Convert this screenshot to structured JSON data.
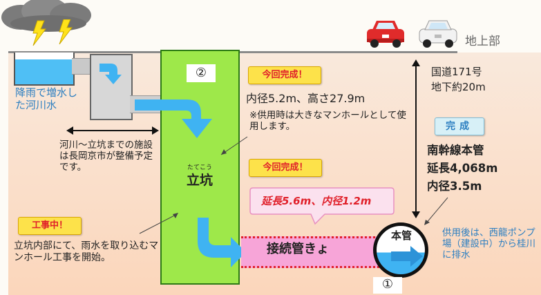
{
  "labels": {
    "ground_section": "地上部",
    "road": "国道171号",
    "depth": "地下約20m",
    "rainwater": "降雨で増水した河川水",
    "facility_note": "河川～立坑までの施設は長岡京市が整備予定です。",
    "shaft_number": "②",
    "shaft_ruby": "たてこう",
    "shaft": "立坑",
    "completed_tag_1": "今回完成！",
    "shaft_dims": "内径5.2m、高さ27.9m",
    "shaft_note": "※供用時は大きなマンホールとして使用します。",
    "completed_tag_2": "今回完成！",
    "pipe_dims": "延長5.6m、内径1.2m",
    "connecting_pipe": "接続管きょ",
    "main_pipe": "本管",
    "main_pipe_number": "①",
    "done_tag": "完成",
    "trunk_title": "南幹線本管",
    "trunk_length": "延長4,068m",
    "trunk_diameter": "内径3.5m",
    "drain_note": "供用後は、西龍ポンプ場（建設中）から桂川に排水",
    "construction_tag": "工事中！",
    "construction_note": "立坑内部にて、雨水を取り込むマンホール工事を開始。"
  },
  "colors": {
    "underground": "#fbd9bf",
    "shaft_green": "#9ee84a",
    "water_blue": "#3fb3f2",
    "pipe_pink": "#f7a5d8",
    "tag_yellow": "#fde24a",
    "red_text": "#e0202a",
    "blue_text": "#2d7fc1"
  },
  "icons": [
    "storm-cloud-icon",
    "lightning-icon",
    "red-car-icon",
    "white-car-icon",
    "flow-arrow-icon",
    "drain-arrow-icon"
  ]
}
